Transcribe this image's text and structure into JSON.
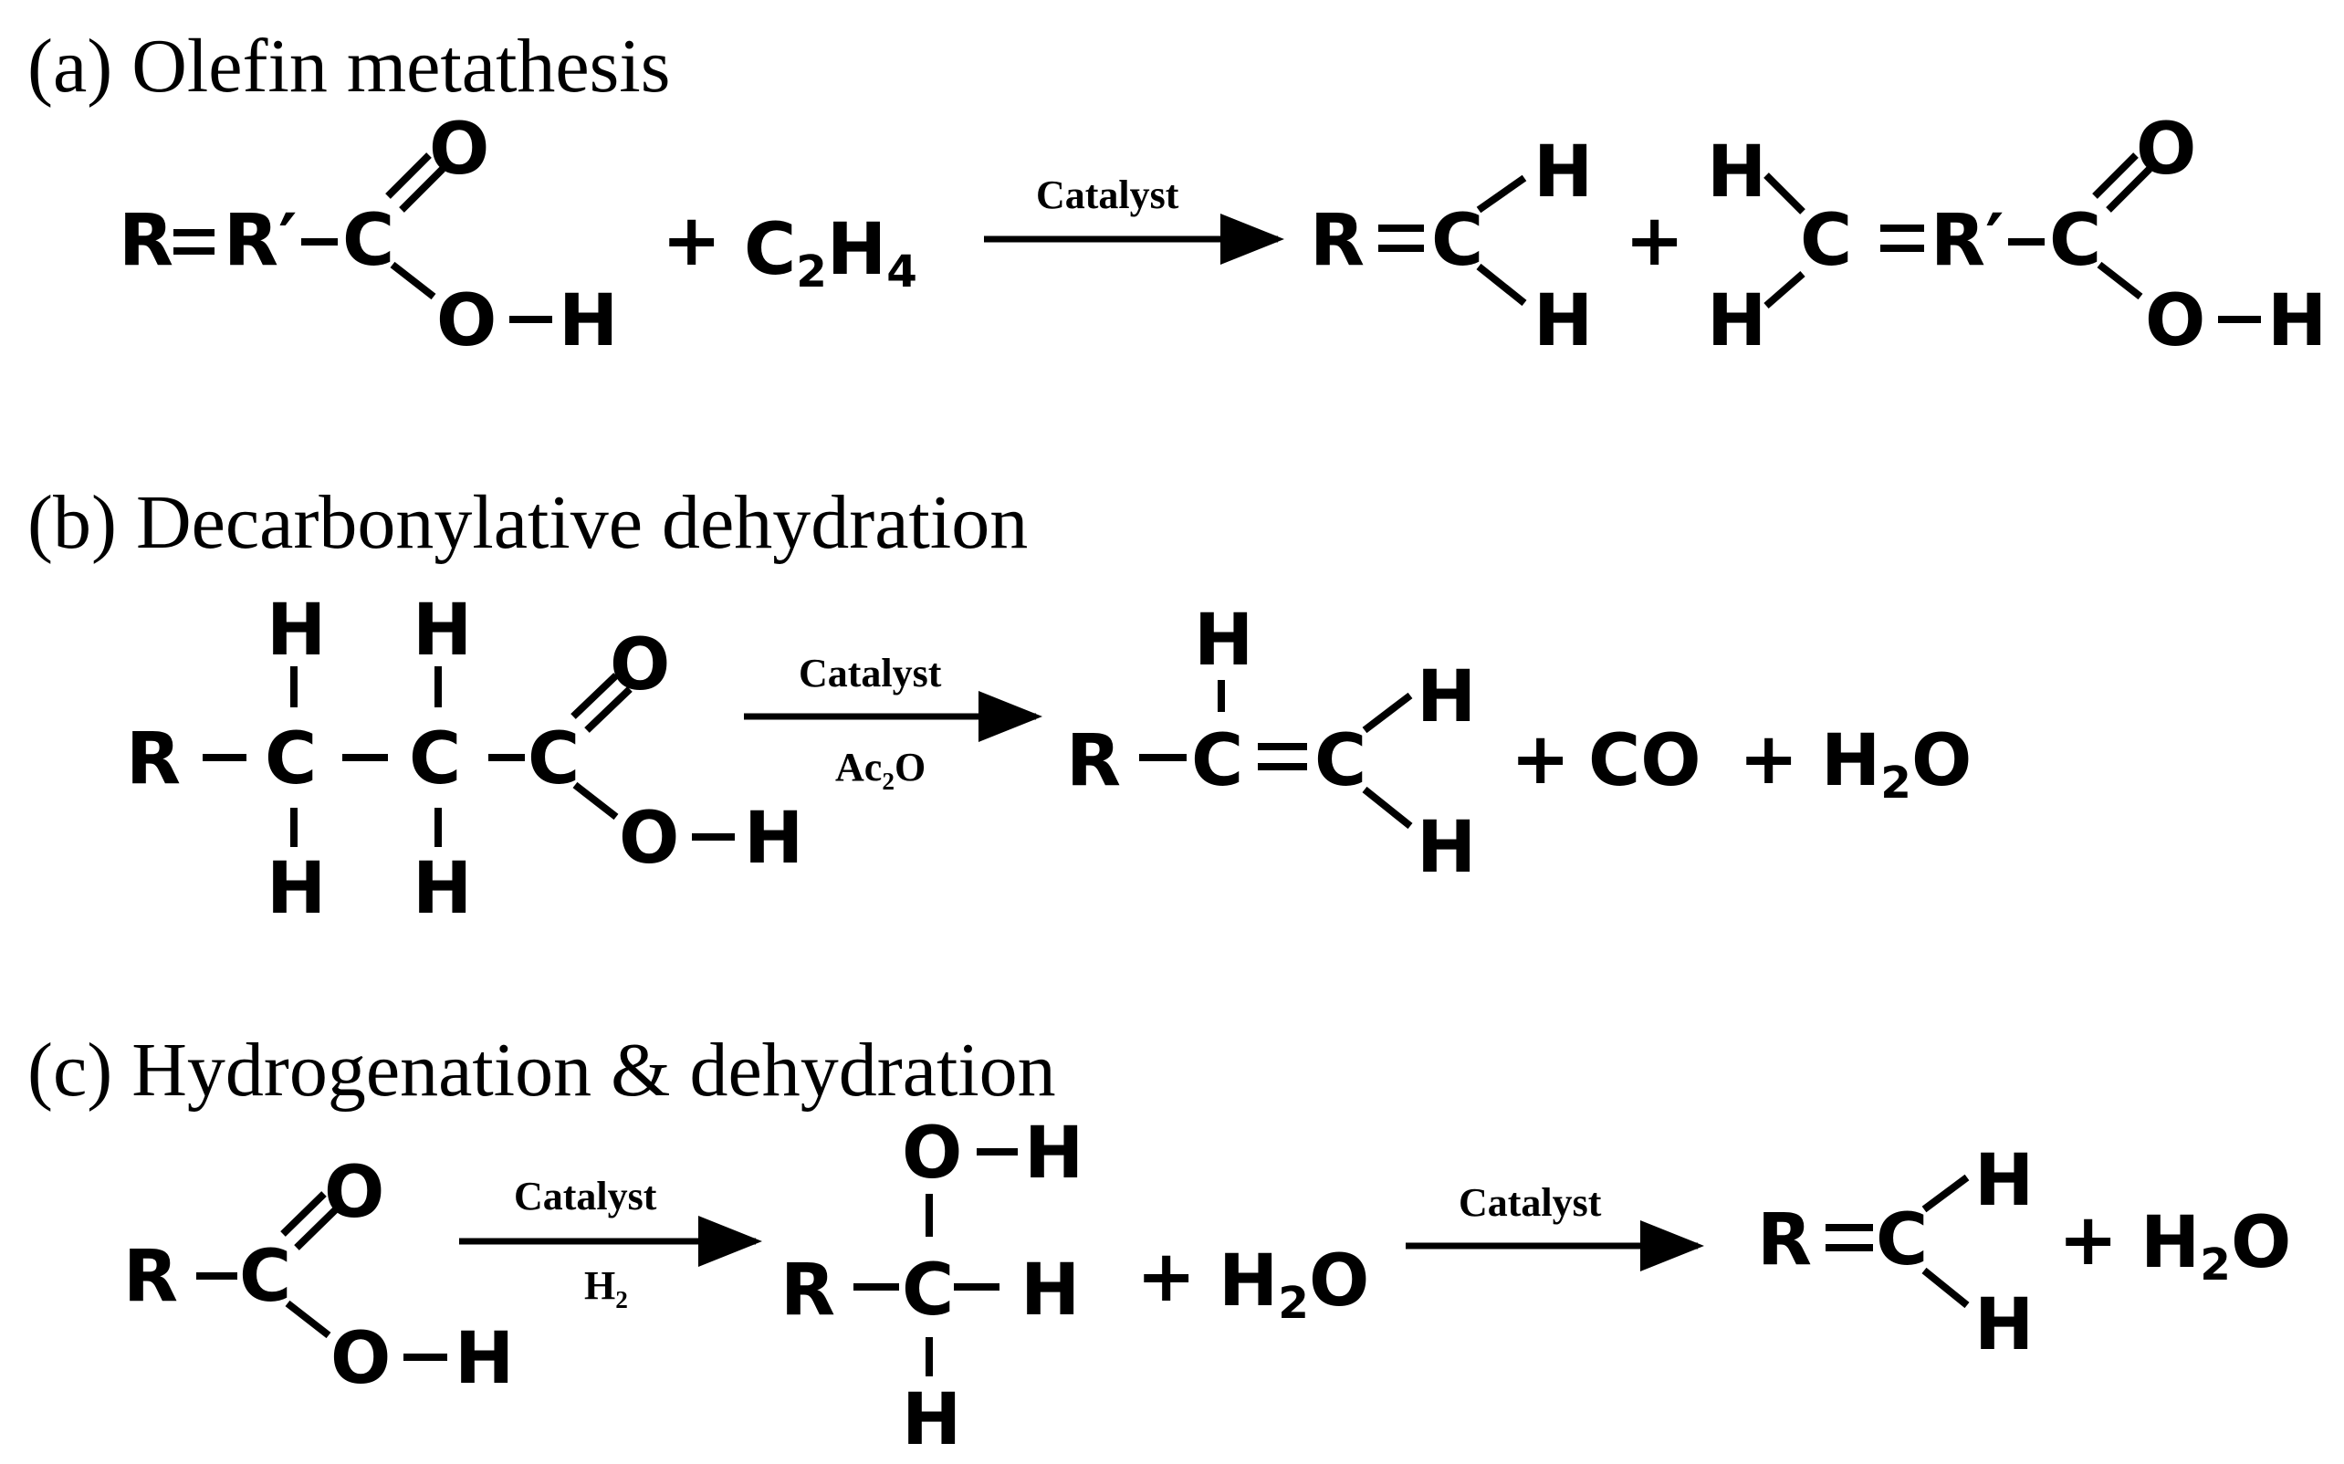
{
  "titles": {
    "a": "(a) Olefin metathesis",
    "b": "(b) Decarbonylative dehydration",
    "c": "(c) Hydrogenation & dehydration"
  },
  "conditions": {
    "catalyst": "Catalyst",
    "ac2o_main": "Ac",
    "ac2o_sub": "2",
    "ac2o_end": "O",
    "h2_main": "H",
    "h2_sub": "2"
  },
  "atoms": {
    "R": "R",
    "R_prime": "R′",
    "C": "C",
    "O": "O",
    "H": "H",
    "CO": "CO",
    "plus": "+",
    "eq": "=",
    "dash": "−",
    "two": "2",
    "four": "4"
  }
}
